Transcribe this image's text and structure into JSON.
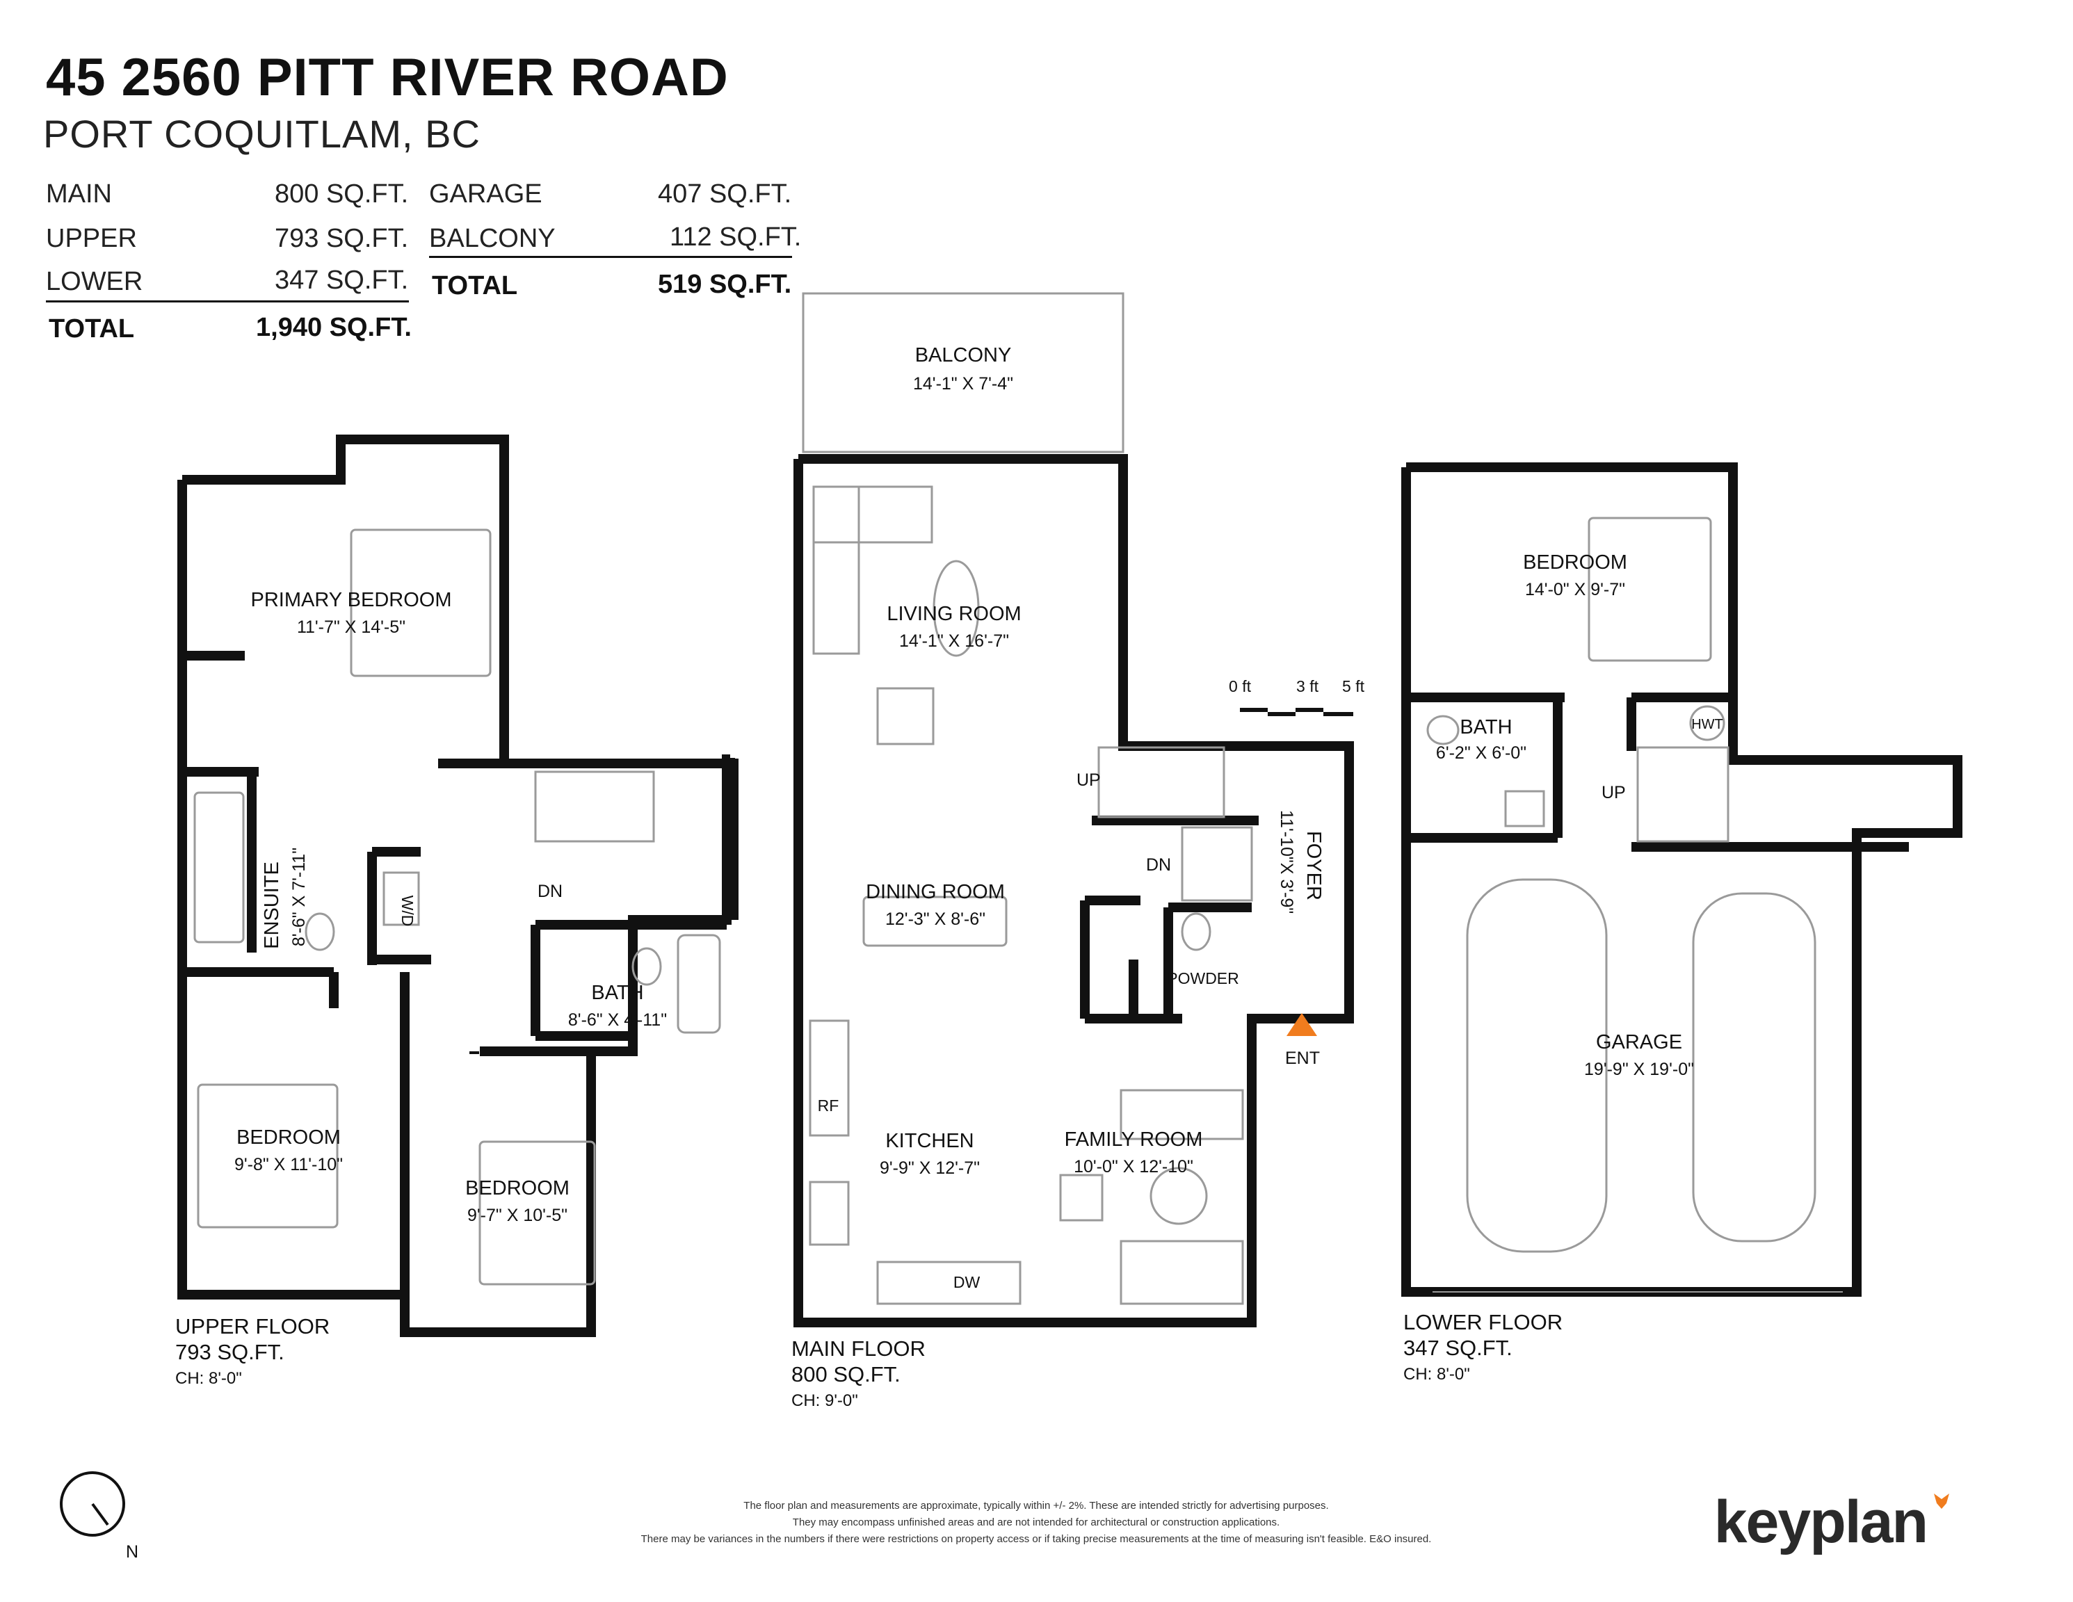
{
  "header": {
    "title": "45 2560 PITT RIVER ROAD",
    "subtitle": "PORT COQUITLAM, BC"
  },
  "summary": {
    "left": [
      {
        "label": "MAIN",
        "value": "800 SQ.FT."
      },
      {
        "label": "UPPER",
        "value": "793 SQ.FT."
      },
      {
        "label": "LOWER",
        "value": "347 SQ.FT."
      }
    ],
    "left_total": {
      "label": "TOTAL",
      "value": "1,940 SQ.FT."
    },
    "right": [
      {
        "label": "GARAGE",
        "value": "407 SQ.FT."
      },
      {
        "label": "BALCONY",
        "value": "112 SQ.FT."
      }
    ],
    "right_total": {
      "label": "TOTAL",
      "value": "519 SQ.FT."
    }
  },
  "rooms": {
    "balcony": {
      "name": "BALCONY",
      "dims": "14'-1\"  X   7'-4\""
    },
    "living": {
      "name": "LIVING ROOM",
      "dims": "14'-1\"  X  16'-7\""
    },
    "dining": {
      "name": "DINING ROOM",
      "dims": "12'-3\"  X   8'-6\""
    },
    "kitchen": {
      "name": "KITCHEN",
      "dims": "9'-9\"  X  12'-7\""
    },
    "family": {
      "name": "FAMILY ROOM",
      "dims": "10'-0\"  X  12'-10\""
    },
    "foyer": {
      "name": "FOYER",
      "dims": "11'-10\"X 3'-9\""
    },
    "powder": {
      "name": "POWDER"
    },
    "primary": {
      "name": "PRIMARY BEDROOM",
      "dims": "11'-7\"  X  14'-5\""
    },
    "ensuite": {
      "name": "ENSUITE",
      "dims": "8'-6\" X 7'-11\""
    },
    "upper_bath": {
      "name": "BATH",
      "dims": "8'-6\" X 4'-11\""
    },
    "upper_bed_left": {
      "name": "BEDROOM",
      "dims": "9'-8\"  X  11'-10\""
    },
    "upper_bed_right": {
      "name": "BEDROOM",
      "dims": "9'-7\"  X  10'-5\""
    },
    "lower_bed": {
      "name": "BEDROOM",
      "dims": "14'-0\"  X   9'-7\""
    },
    "lower_bath": {
      "name": "BATH",
      "dims": "6'-2\" X 6'-0\""
    },
    "garage": {
      "name": "GARAGE",
      "dims": "19'-9\"  X  19'-0\""
    }
  },
  "fixtures": {
    "wd": "W/D",
    "rf": "RF",
    "dw": "DW",
    "hwt": "HWT"
  },
  "markers": {
    "up": "UP",
    "dn": "DN",
    "ent": "ENT",
    "north": "N"
  },
  "scale": {
    "s0": "0 ft",
    "s3": "3 ft",
    "s5": "5 ft"
  },
  "floors": {
    "upper": {
      "name": "UPPER FLOOR",
      "area": "793 SQ.FT.",
      "ch": "CH: 8'-0\""
    },
    "main": {
      "name": "MAIN FLOOR",
      "area": "800 SQ.FT.",
      "ch": "CH: 9'-0\""
    },
    "lower": {
      "name": "LOWER FLOOR",
      "area": "347 SQ.FT.",
      "ch": "CH: 8'-0\""
    }
  },
  "disclaimer": [
    "The floor plan and measurements are approximate, typically within +/- 2%. These are intended strictly for advertising purposes.",
    "They may encompass unfinished areas and are not intended for architectural or construction applications.",
    "There may be variances in the numbers if there were restrictions on property access or if taking precise measurements at the time of measuring isn't feasible. E&O insured."
  ],
  "brand": {
    "name": "keyplan",
    "accent": "#f07c1e"
  },
  "colors": {
    "wall": "#111111",
    "fixture": "#9a9a9a",
    "entry_marker": "#f07c1e"
  }
}
